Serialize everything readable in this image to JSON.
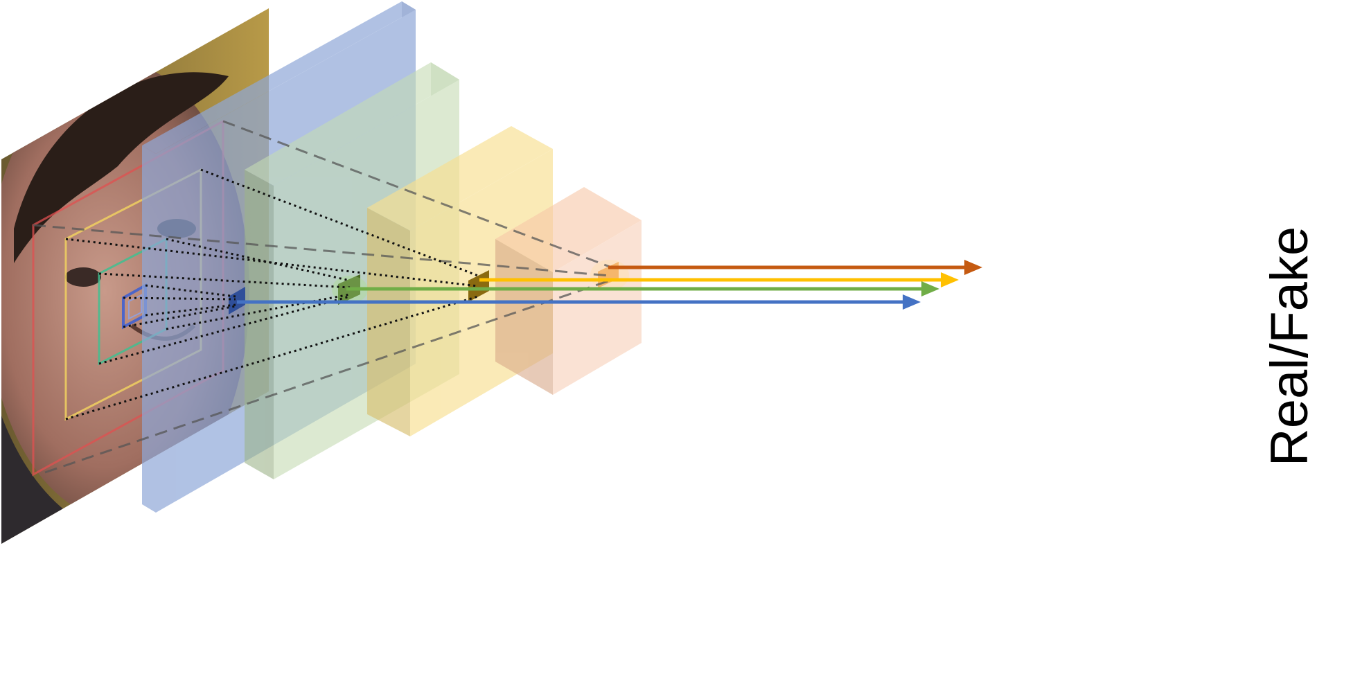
{
  "output_label": "Real/Fake",
  "colors": {
    "layer1": "#8fa8d8",
    "layer2": "#c5dcb4",
    "layer3": "#f8df90",
    "layer4": "#f8c8a8",
    "arrow_blue": "#4472c4",
    "arrow_green": "#70ad47",
    "arrow_yellow": "#ffc000",
    "arrow_orange": "#c55a11",
    "rf_red": "#e05050",
    "rf_yellow": "#f0d060",
    "rf_green": "#40c090",
    "rf_blue": "#4060d0"
  },
  "icons": [
    "face-photo",
    "feature-map-layer",
    "receptive-field",
    "output-arrow"
  ]
}
